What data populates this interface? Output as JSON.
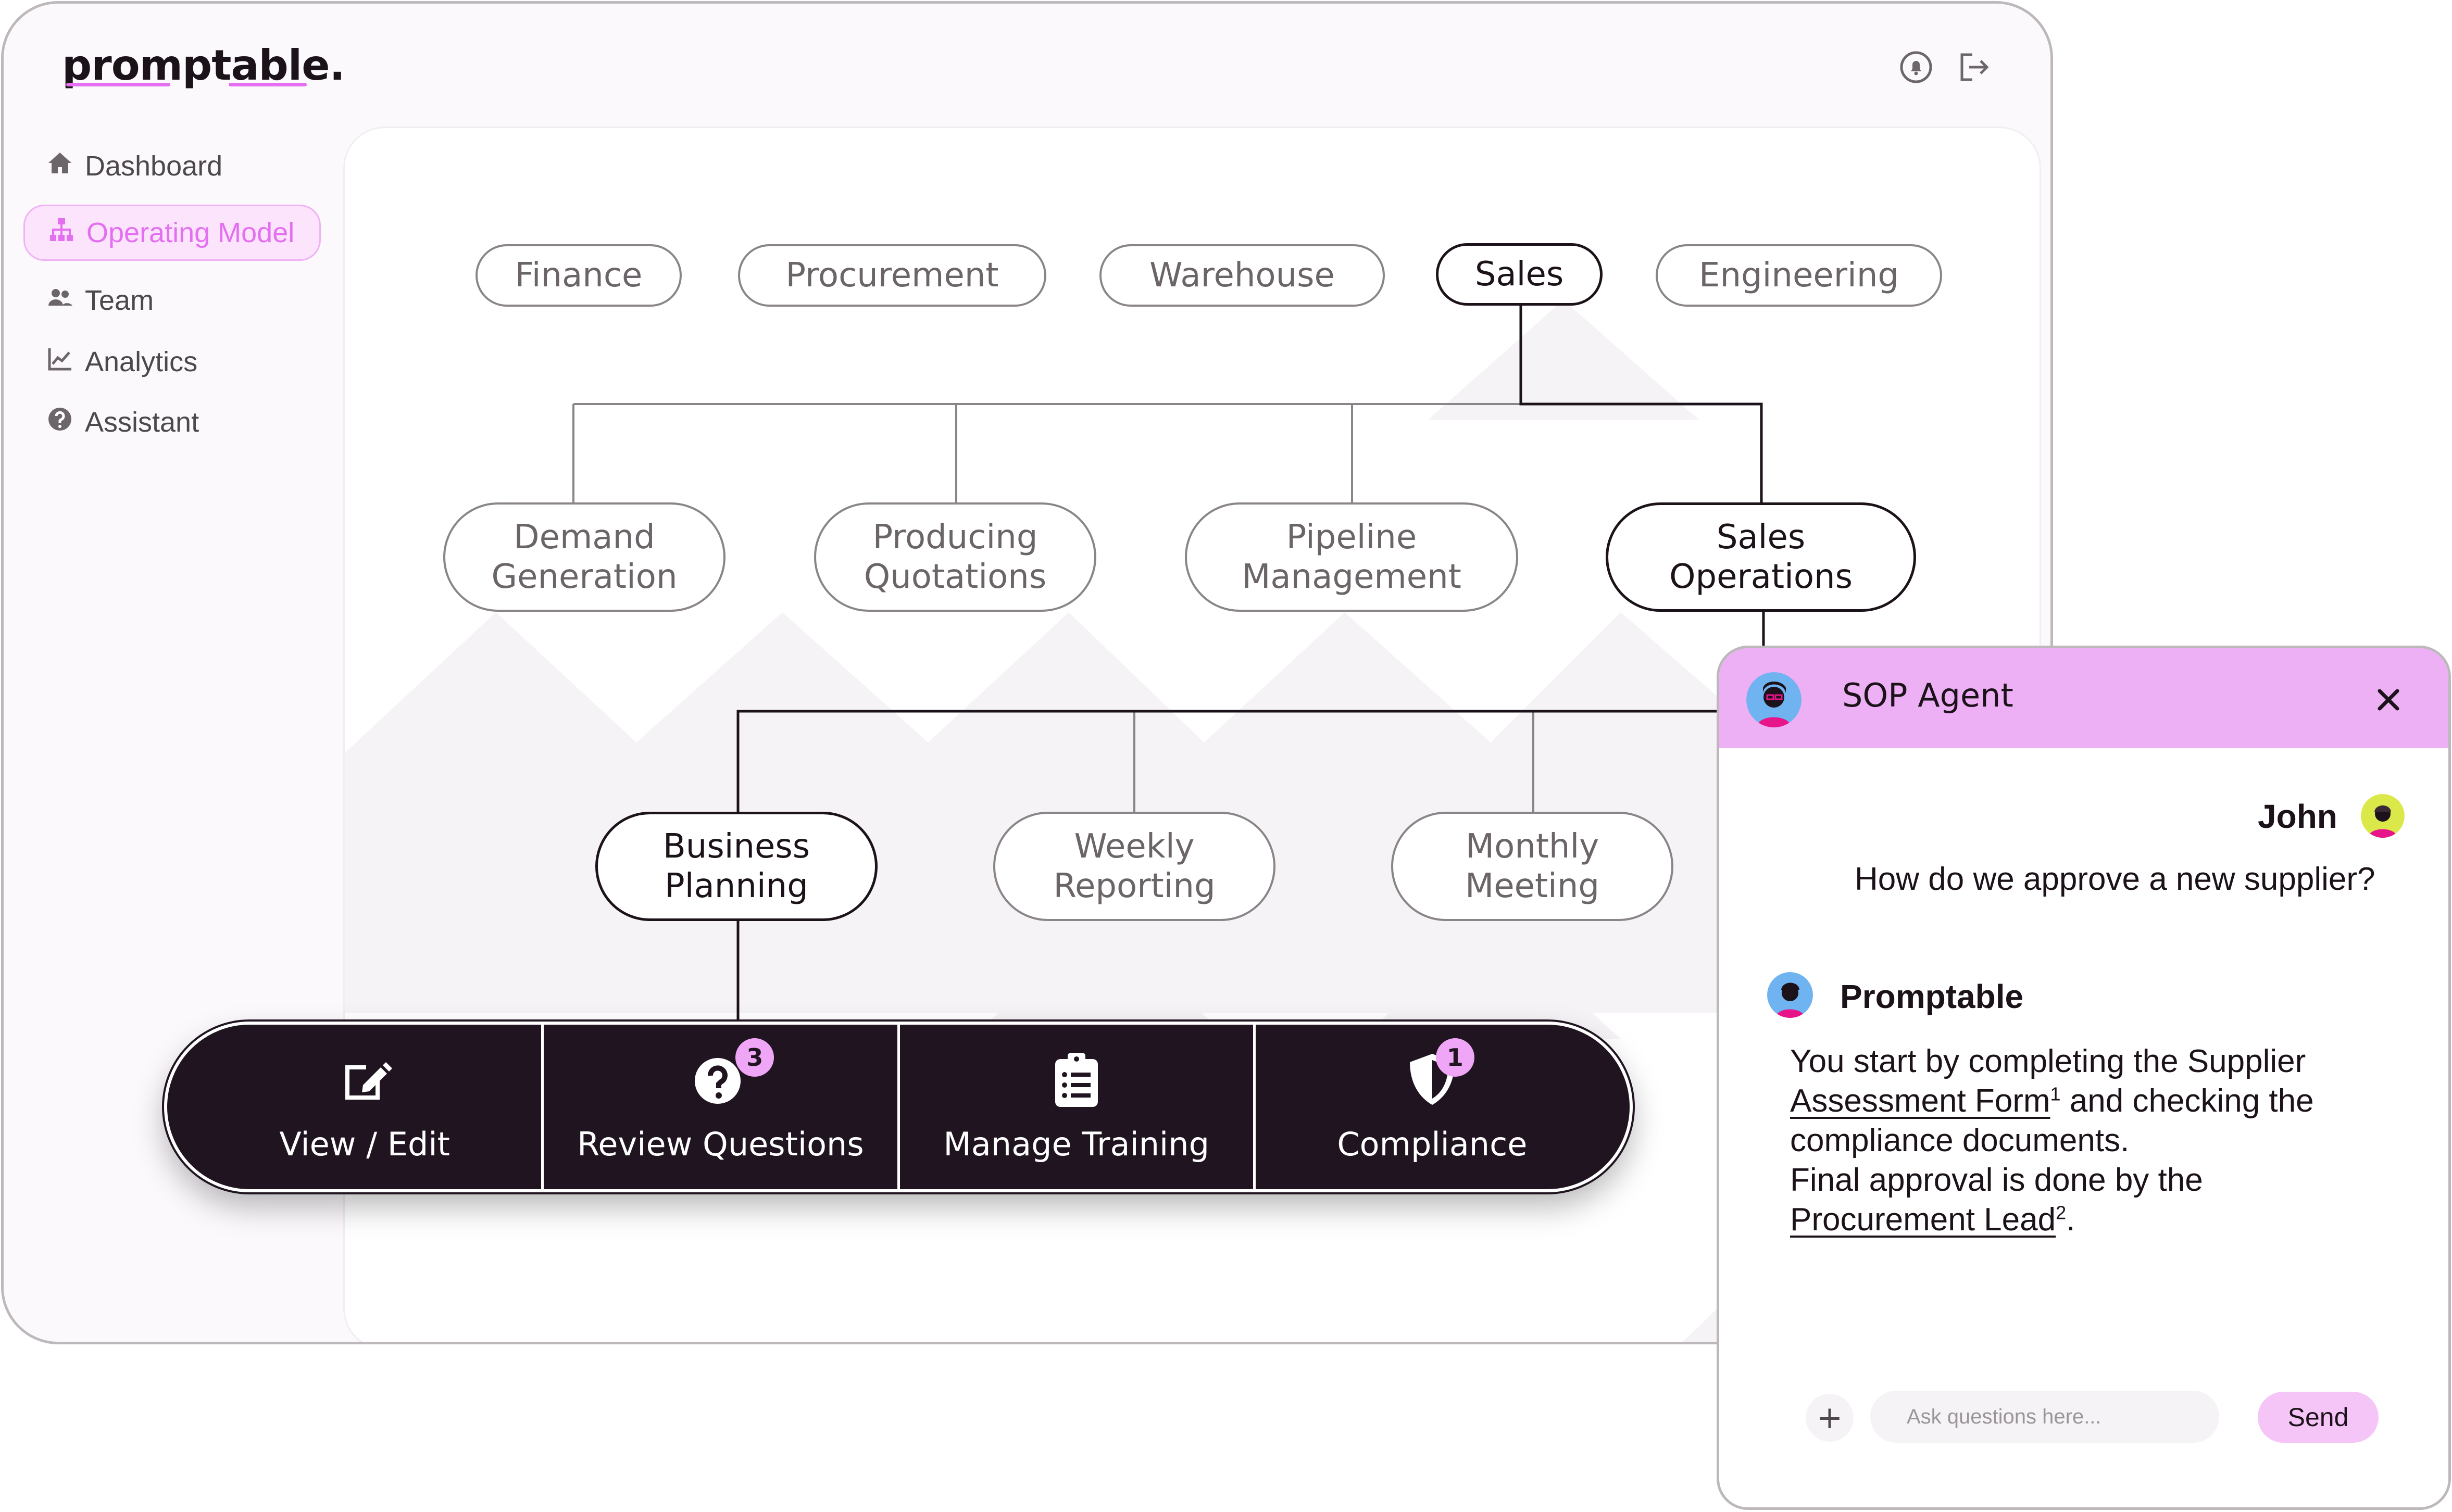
{
  "app": {
    "logo": "promptable.",
    "accent_color": "#e46ff0",
    "top_icons": [
      "notification-bell-icon",
      "logout-icon"
    ]
  },
  "sidebar": {
    "items": [
      {
        "label": "Dashboard",
        "icon": "home-icon",
        "active": false
      },
      {
        "label": "Operating Model",
        "icon": "org-chart-icon",
        "active": true
      },
      {
        "label": "Team",
        "icon": "team-icon",
        "active": false
      },
      {
        "label": "Analytics",
        "icon": "analytics-icon",
        "active": false
      },
      {
        "label": "Assistant",
        "icon": "help-circle-icon",
        "active": false
      }
    ]
  },
  "org_chart": {
    "departments": [
      "Finance",
      "Procurement",
      "Warehouse",
      "Sales",
      "Engineering"
    ],
    "active_department": "Sales",
    "level2": [
      "Demand\nGeneration",
      "Producing\nQuotations",
      "Pipeline\nManagement",
      "Sales\nOperations"
    ],
    "active_level2": "Sales\nOperations",
    "level3": [
      "Business\nPlanning",
      "Weekly\nReporting",
      "Monthly\nMeeting"
    ],
    "active_level3": "Business\nPlanning"
  },
  "action_bar": {
    "actions": [
      {
        "label": "View / Edit",
        "icon": "edit-icon",
        "badge": null
      },
      {
        "label": "Review Questions",
        "icon": "question-icon",
        "badge": "3"
      },
      {
        "label": "Manage Training",
        "icon": "clipboard-list-icon",
        "badge": null
      },
      {
        "label": "Compliance",
        "icon": "shield-icon",
        "badge": "1"
      }
    ]
  },
  "chat": {
    "title": "SOP Agent",
    "header_color": "#edb0f4",
    "user_name": "John",
    "user_message": "How do we approve a new supplier?",
    "bot_name": "Promptable",
    "bot_message": {
      "part1": "You start by completing the Supplier",
      "ref1": "Assessment Form",
      "ref1_num": "1",
      "part2": " and checking the",
      "part3": "compliance documents.",
      "part4": "Final approval is done by the",
      "ref2": "Procurement Lead",
      "ref2_num": "2",
      "part5": "."
    },
    "input_placeholder": "Ask questions here...",
    "add_label": "+",
    "send_label": "Send"
  }
}
